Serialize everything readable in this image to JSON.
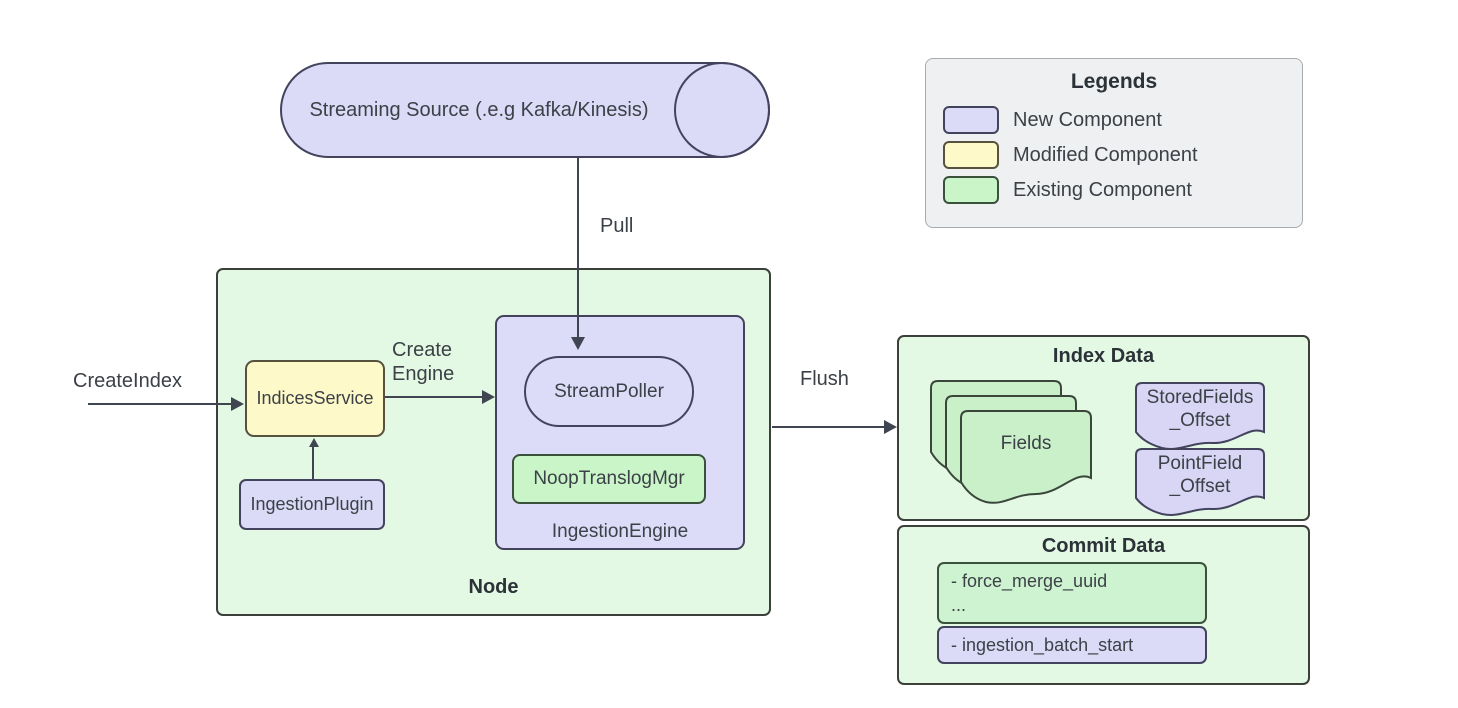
{
  "streaming_source": {
    "label": "Streaming Source (.e.g Kafka/Kinesis)"
  },
  "legend": {
    "title": "Legends",
    "items": [
      {
        "label": "New Component",
        "color": "#dbdaf7"
      },
      {
        "label": "Modified Component",
        "color": "#fdf9c9"
      },
      {
        "label": "Existing Component",
        "color": "#c9f5c9"
      }
    ]
  },
  "flows": {
    "pull": "Pull",
    "create_index": "CreateIndex",
    "create_engine": "Create Engine",
    "flush": "Flush"
  },
  "node": {
    "label": "Node",
    "indices_service": "IndicesService",
    "ingestion_plugin": "IngestionPlugin",
    "ingestion_engine": {
      "label": "IngestionEngine",
      "stream_poller": "StreamPoller",
      "noop_translog_mgr": "NoopTranslogMgr"
    }
  },
  "index_data": {
    "title": "Index Data",
    "fields_doc": "Fields",
    "stored_fields_offset": {
      "line1": "StoredFields",
      "line2": "_Offset"
    },
    "point_field_offset": {
      "line1": "PointField",
      "line2": "_Offset"
    }
  },
  "commit_data": {
    "title": "Commit Data",
    "force_merge": {
      "line1": "- force_merge_uuid",
      "line2": "..."
    },
    "ingestion_batch": "- ingestion_batch_start"
  },
  "colors": {
    "new_component": "#dbdaf7",
    "modified_component": "#fdf9c9",
    "existing_component": "#c9f5c9",
    "container_green": "#e4f9e4",
    "legend_background": "#eef0f1",
    "line": "#404552"
  }
}
